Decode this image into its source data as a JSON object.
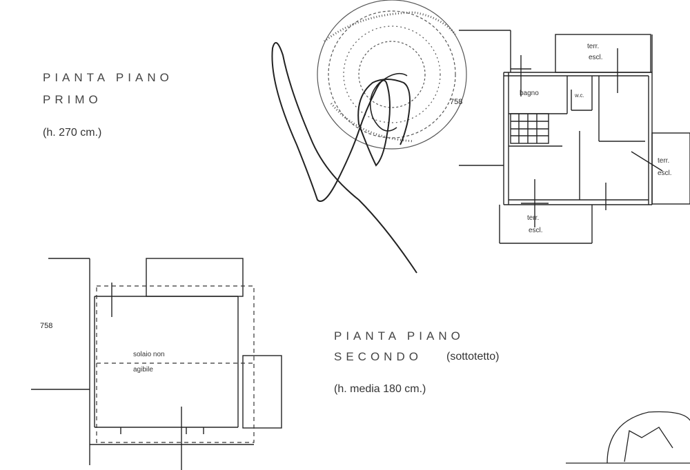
{
  "first_floor": {
    "title_line1": "PIANTA   PIANO",
    "title_line2": "PRIMO",
    "height_note": "(h. 270 cm.)",
    "room_labels": {
      "bagno": "bagno",
      "wc": "w.c.",
      "terr_top_1": "terr.",
      "terr_top_2": "escl.",
      "terr_right_1": "terr.",
      "terr_right_2": "escl.",
      "terr_bottom_1": "terr.",
      "terr_bottom_2": "escl."
    },
    "mark": "758"
  },
  "second_floor": {
    "title_line1": "PIANTA   PIANO",
    "title_line2": "SECONDO",
    "title_suffix": "(sottotetto)",
    "height_note": "(h. media 180 cm.)",
    "note_line1": "solaio non",
    "note_line2": "agibile",
    "mark": "758"
  },
  "colors": {
    "ink": "#222222",
    "paper": "#ffffff",
    "stamp": "#555555"
  }
}
